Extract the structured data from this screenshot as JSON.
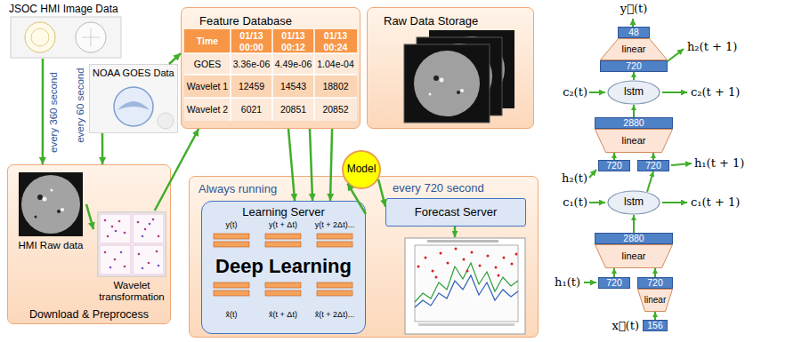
{
  "diagram": {
    "nodes": [
      {
        "text": [
          "JSOC HMI Image Data"
        ]
      },
      {
        "text": [
          "NOAA GOES Data"
        ]
      },
      {
        "text": [
          "Feature Database"
        ]
      },
      {
        "text": [
          "Raw Data Storage"
        ]
      },
      {
        "text": [
          "Download & Preprocess"
        ]
      },
      {
        "text": [
          "HMI Raw data"
        ],
        "in": 4
      },
      {
        "text": [
          "Wavelet transformation"
        ],
        "in": 4
      },
      {
        "text": [
          "Always running",
          "every 720 second"
        ]
      },
      {
        "text": [
          "Learning Server",
          "Deep Learning"
        ],
        "in": 7
      },
      {
        "text": [
          "Model"
        ],
        "in": 7
      },
      {
        "text": [
          "Forecast Server"
        ],
        "in": 7
      },
      {
        "text": [
          "48"
        ]
      },
      {
        "text": [
          "linear"
        ]
      },
      {
        "text": [
          "720"
        ]
      },
      {
        "text": [
          "lstm"
        ]
      },
      {
        "text": [
          "2880"
        ]
      },
      {
        "text": [
          "linear"
        ]
      },
      {
        "text": [
          "720"
        ]
      },
      {
        "text": [
          "720"
        ]
      },
      {
        "text": [
          "lstm"
        ]
      },
      {
        "text": [
          "2880"
        ]
      },
      {
        "text": [
          "linear"
        ]
      },
      {
        "text": [
          "720"
        ]
      },
      {
        "text": [
          "720"
        ]
      },
      {
        "text": [
          "linear"
        ]
      },
      {
        "text": [
          "156"
        ]
      }
    ],
    "edges": [
      {
        "from": 0,
        "to": 4,
        "arrow": "to",
        "label": "every 360 second"
      },
      {
        "from": 1,
        "to": 4,
        "arrow": "to",
        "label": "every 60 second"
      },
      {
        "from": 1,
        "to": 2,
        "arrow": "to"
      },
      {
        "from": 5,
        "to": 6,
        "arrow": "to"
      },
      {
        "from": 6,
        "to": 2,
        "arrow": "to"
      },
      {
        "from": 2,
        "to": 8,
        "arrow": "to"
      },
      {
        "from": 2,
        "to": 8,
        "arrow": "to"
      },
      {
        "from": 2,
        "to": 8,
        "arrow": "to"
      },
      {
        "from": 8,
        "to": 9,
        "arrow": "to"
      },
      {
        "from": 9,
        "to": 10,
        "arrow": "to"
      },
      {
        "from": 25,
        "to": 24,
        "arrow": "to"
      },
      {
        "from": 22,
        "to": 21,
        "arrow": "to"
      },
      {
        "from": 23,
        "to": 21,
        "arrow": "to"
      },
      {
        "from": 20,
        "to": 19,
        "arrow": "to"
      },
      {
        "from": 19,
        "to": 18,
        "arrow": "to"
      },
      {
        "from": 17,
        "to": 16,
        "arrow": "to"
      },
      {
        "from": 18,
        "to": 16,
        "arrow": "to"
      },
      {
        "from": 15,
        "to": 14,
        "arrow": "to"
      },
      {
        "from": 14,
        "to": 13,
        "arrow": "to"
      }
    ],
    "labels": [
      "Time",
      "01/13 00:00",
      "01/13 00:12",
      "01/13 00:24",
      "GOES",
      "3.36e-06",
      "4.49e-06",
      "1.04e-04",
      "Wavelet 1",
      "12459",
      "14543",
      "18802",
      "Wavelet 2",
      "6021",
      "20851",
      "20852",
      "y(t)",
      "y(t + Δt)",
      "y(t + 2Δt)...",
      "x̂(t)",
      "x̂(t + Δt)",
      "x̂(t + 2Δt)...",
      "y⃗(t)",
      "h₂(t + 1)",
      "c₂(t)",
      "c₂(t + 1)",
      "h₂(t)",
      "h₁(t + 1)",
      "c₁(t)",
      "c₁(t + 1)",
      "h₁(t)",
      "x⃗(t)"
    ]
  }
}
